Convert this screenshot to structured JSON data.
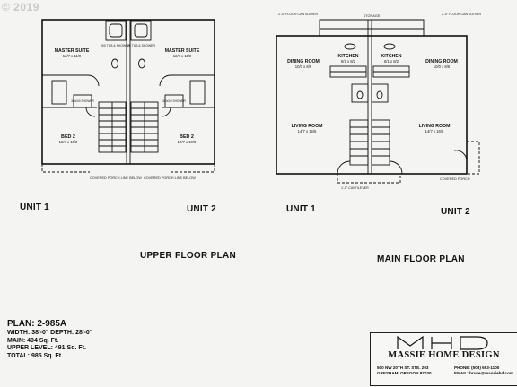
{
  "copyright": "© 2019",
  "upper_plan": {
    "rooms": {
      "master_left": "MASTER SUITE",
      "master_left_dim": "12/7 x 11/0",
      "master_right": "MASTER SUITE",
      "master_right_dim": "12/7 x 11/0",
      "tub_left": "5/0 TUB & SHOWER",
      "tub_right": "5/0 TUB & SHOWER",
      "bed_left": "BED 2",
      "bed_left_dim": "12/4 x 10/0",
      "bed_right": "BED 2",
      "bed_right_dim": "12/7 x 10/0",
      "shower_left": "3/0x3/0 SHOWER",
      "shower_right": "3/0x3/0 SHOWER",
      "porch_left": "COVERED PORCH LINE BELOW",
      "porch_right": "COVERED PORCH LINE BELOW"
    },
    "unit_left": "UNIT 1",
    "unit_right": "UNIT 2",
    "title": "UPPER FLOOR PLAN"
  },
  "main_plan": {
    "rooms": {
      "storage": "STORAGE",
      "cant_left": "2'-0\" FLOOR CANTILEVER",
      "cant_right": "2'-0\" FLOOR CANTILEVER",
      "dining_left": "DINING ROOM",
      "dining_left_dim": "10/0 x 8/6",
      "dining_right": "DINING ROOM",
      "dining_right_dim": "10/0 x 8/6",
      "kitchen_left": "KITCHEN",
      "kitchen_left_dim": "8/1 x 8/2",
      "kitchen_right": "KITCHEN",
      "kitchen_right_dim": "8/1 x 8/2",
      "living_left": "LIVING ROOM",
      "living_left_dim": "14/7 x 16/6",
      "living_right": "LIVING ROOM",
      "living_right_dim": "14/7 x 16/6",
      "cant_bottom": "1'-0\" CANTILEVER",
      "porch": "COVERED PORCH"
    },
    "unit_left": "UNIT 1",
    "unit_right": "UNIT 2",
    "title": "MAIN FLOOR PLAN"
  },
  "spec": {
    "plan": "PLAN: 2-985A",
    "width_depth": "WIDTH: 38'-0\" DEPTH: 28'-0\"",
    "main": "MAIN: 494 Sq. Ft.",
    "upper": "UPPER LEVEL: 491 Sq. Ft.",
    "total": "TOTAL: 985 Sq. Ft."
  },
  "brand": {
    "name": "MASSIE HOME DESIGN",
    "address1": "500 NW 20TH ST. STE. 203",
    "address2": "GRESHAM, OREGON 97030",
    "phone": "PHONE: (503) 663-1100",
    "email": "EMAIL: bruce@massiehd.com"
  },
  "colors": {
    "paper": "#f4f4f2",
    "ink": "#111111"
  }
}
